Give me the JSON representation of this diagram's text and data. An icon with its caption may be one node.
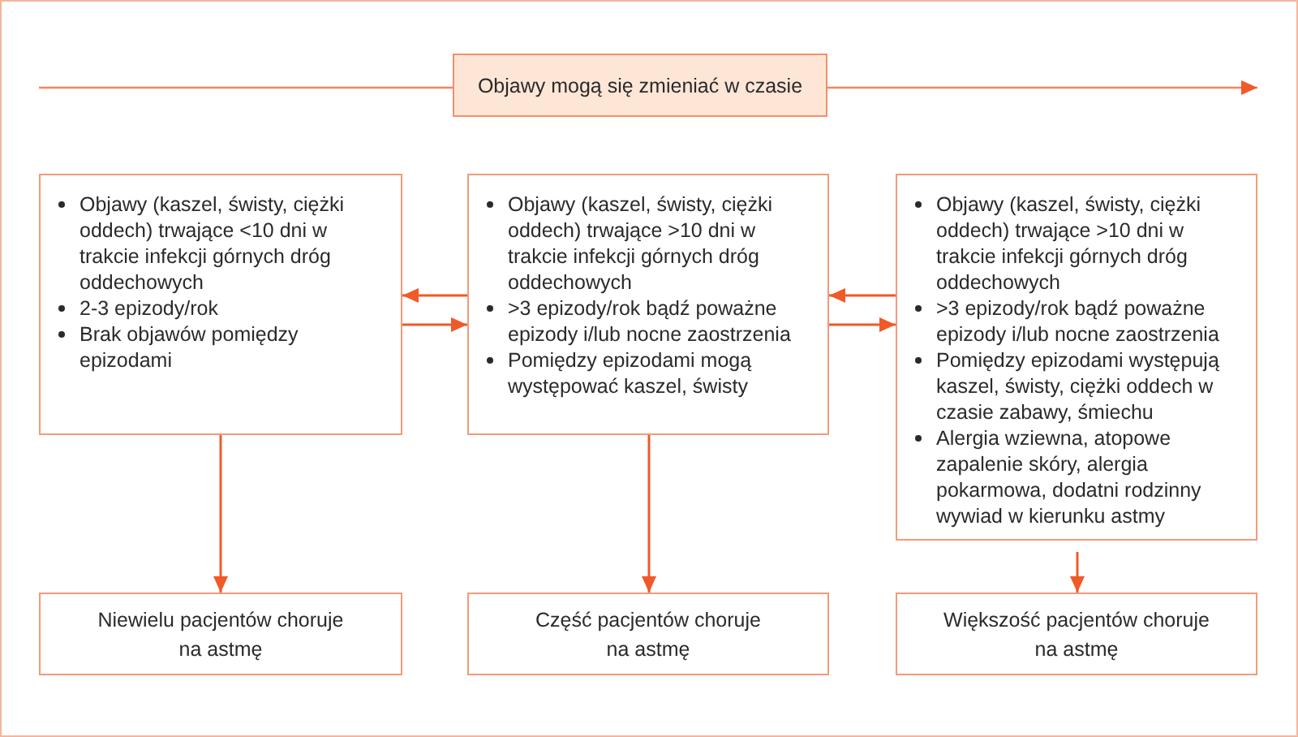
{
  "diagram": {
    "nodes": [
      {
        "text": [
          "Objawy mogą się zmieniać w czasie"
        ]
      },
      {
        "text": [
          "Objawy (kaszel, świsty, ciężki oddech) trwające <10 dni w trakcie infekcji górnych dróg oddechowych",
          "2-3 epizody/rok",
          "Brak objawów pomiędzy epizodami"
        ]
      },
      {
        "text": [
          "Objawy (kaszel, świsty, ciężki oddech) trwające >10 dni w trakcie infekcji górnych dróg oddechowych",
          ">3 epizody/rok bądź poważne epizody i/lub nocne zaostrzenia",
          "Pomiędzy epizodami mogą występować kaszel, świsty"
        ]
      },
      {
        "text": [
          "Objawy (kaszel, świsty, ciężki oddech) trwające >10 dni w trakcie infekcji górnych dróg oddechowych",
          ">3 epizody/rok bądź poważne epizody i/lub nocne zaostrzenia",
          "Pomiędzy epizodami występują kaszel, świsty, ciężki oddech w czasie zabawy, śmiechu",
          "Alergia wziewna, atopowe zapalenie skóry, alergia pokarmowa, dodatni rodzinny wywiad w kierunku astmy"
        ]
      },
      {
        "text": [
          "Niewielu pacjentów choruje na astmę"
        ]
      },
      {
        "text": [
          "Część pacjentów choruje na astmę"
        ]
      },
      {
        "text": [
          "Większość pacjentów choruje na astmę"
        ]
      }
    ],
    "edges": [
      {
        "from": 2,
        "to": 1,
        "arrow": "to"
      },
      {
        "from": 1,
        "to": 2,
        "arrow": "to"
      },
      {
        "from": 3,
        "to": 2,
        "arrow": "to"
      },
      {
        "from": 2,
        "to": 3,
        "arrow": "to"
      },
      {
        "from": 1,
        "to": 4,
        "arrow": "to"
      },
      {
        "from": 2,
        "to": 5,
        "arrow": "to"
      },
      {
        "from": 3,
        "to": 6,
        "arrow": "to"
      }
    ]
  }
}
